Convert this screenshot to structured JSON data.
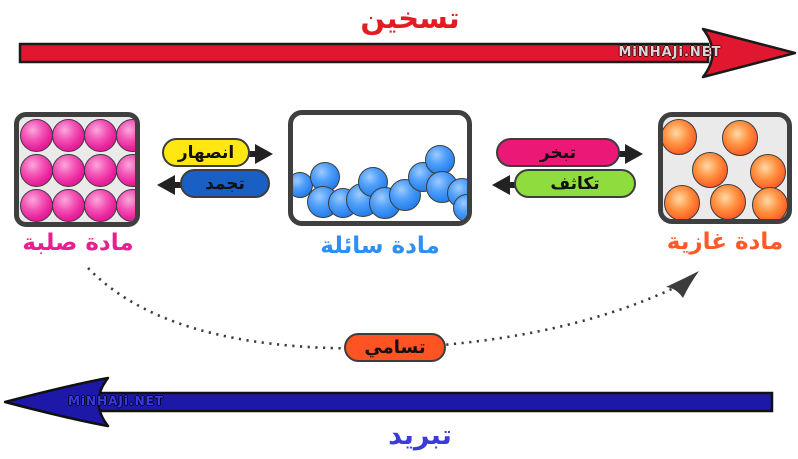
{
  "watermark": "MiNHAJi.NET",
  "heating": {
    "label": "تسخين",
    "color": "#e51b24",
    "arrow_color": "#e0172f",
    "direction": "right"
  },
  "cooling": {
    "label": "تبريد",
    "color": "#3b3bd8",
    "arrow_color": "#1e18a8",
    "direction": "left"
  },
  "states": {
    "solid": {
      "label": "مادة صلبة",
      "label_color": "#ea1f8e",
      "particles": 12,
      "particle_color": "#e9219c",
      "box_background": "#eaeaea"
    },
    "liquid": {
      "label": "مادة سائلة",
      "label_color": "#2f8ff0",
      "particles": 13,
      "particle_color": "#2e86f0",
      "box_background": "#ffffff"
    },
    "gas": {
      "label": "مادة غازية",
      "label_color": "#fd5a28",
      "particles": 7,
      "particle_color": "#ff6227",
      "box_background": "#eaeaea"
    }
  },
  "transitions": {
    "melting": {
      "label": "انصهار",
      "from": "solid",
      "to": "liquid",
      "bg": "#ffe812"
    },
    "freezing": {
      "label": "تجمد",
      "from": "liquid",
      "to": "solid",
      "bg": "#1a5fc4"
    },
    "evaporation": {
      "label": "تبخر",
      "from": "liquid",
      "to": "gas",
      "bg": "#eb1878"
    },
    "condensation": {
      "label": "تكاثف",
      "from": "gas",
      "to": "liquid",
      "bg": "#8edc3e"
    },
    "sublimation": {
      "label": "تسامي",
      "from": "solid",
      "to": "gas",
      "bg": "#fe5322",
      "line_style": "dotted"
    }
  }
}
